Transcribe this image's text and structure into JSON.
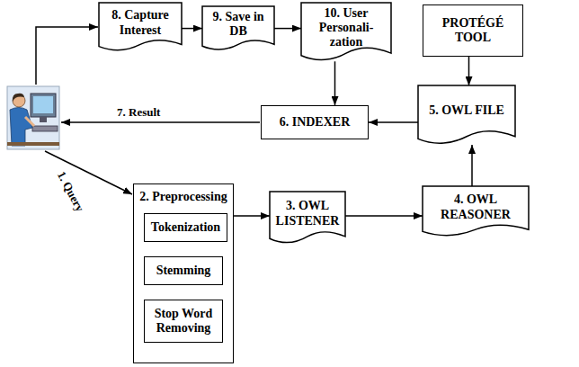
{
  "diagram": {
    "nodes": [
      {
        "text": [
          "8. Capture Interest"
        ]
      },
      {
        "text": [
          "9. Save in DB"
        ]
      },
      {
        "text": [
          "10. User Personali- zation"
        ]
      },
      {
        "text": [
          "PROTÉGÉ TOOL"
        ]
      },
      {
        "text": [
          "5. OWL FILE"
        ]
      },
      {
        "text": [
          "6. INDEXER"
        ]
      },
      {
        "text": [
          "2. Preprocessing"
        ]
      },
      {
        "text": [
          "Tokenization"
        ],
        "in": 6
      },
      {
        "text": [
          "Stemming"
        ],
        "in": 6
      },
      {
        "text": [
          "Stop Word Removing"
        ],
        "in": 6
      },
      {
        "text": [
          "3. OWL LISTENER"
        ]
      },
      {
        "text": [
          "4. OWL REASONER"
        ]
      }
    ],
    "edges": [
      {
        "from": 0,
        "to": 1,
        "arrow": "to"
      },
      {
        "from": 1,
        "to": 2,
        "arrow": "to"
      },
      {
        "from": 2,
        "to": 5,
        "arrow": "to"
      },
      {
        "from": 3,
        "to": 4,
        "arrow": "to"
      },
      {
        "from": 4,
        "to": 5,
        "arrow": "to"
      },
      {
        "from": 6,
        "to": 10,
        "arrow": "to"
      },
      {
        "from": 10,
        "to": 11,
        "arrow": "to"
      },
      {
        "from": 11,
        "to": 4,
        "arrow": "to"
      }
    ],
    "labels": [
      "7. Result",
      "1. Query"
    ]
  }
}
